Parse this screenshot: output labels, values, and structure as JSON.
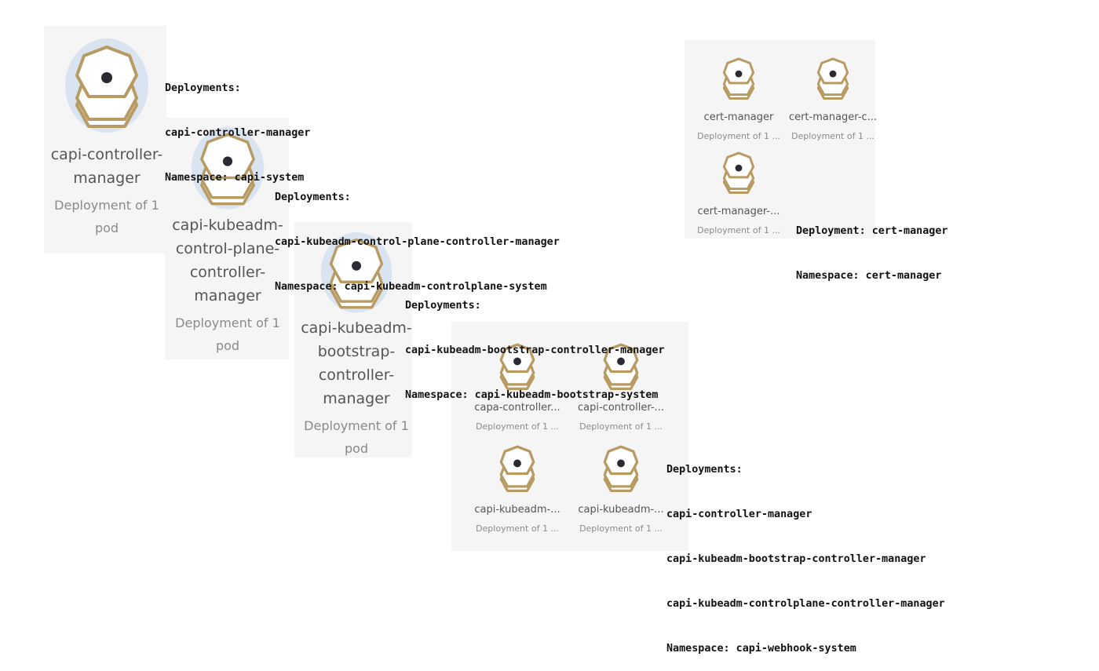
{
  "colors": {
    "card": "#f5f5f5",
    "ring": "#b89a63",
    "halo": "#d9e3ef",
    "dot": "#2a2a33"
  },
  "node_icon": "deployment-heptagon-stack-icon",
  "big_nodes": [
    {
      "id": "capi-controller-manager",
      "name_lines": [
        "capi-controller-",
        "manager"
      ],
      "sub_lines": [
        "Deployment of 1",
        "pod"
      ]
    },
    {
      "id": "capi-kubeadm-control-plane",
      "name_lines": [
        "capi-kubeadm-",
        "control-plane-",
        "controller-",
        "manager"
      ],
      "sub_lines": [
        "Deployment of 1",
        "pod"
      ]
    },
    {
      "id": "capi-kubeadm-bootstrap",
      "name_lines": [
        "capi-kubeadm-",
        "bootstrap-",
        "controller-",
        "manager"
      ],
      "sub_lines": [
        "Deployment of 1",
        "pod"
      ]
    }
  ],
  "cert_group": [
    {
      "name": "cert-manager",
      "sub": "Deployment of 1 ..."
    },
    {
      "name": "cert-manager-c...",
      "sub": "Deployment of 1 ..."
    },
    {
      "name": "cert-manager-...",
      "sub": "Deployment of 1 ..."
    }
  ],
  "webhook_group": [
    {
      "name": "capa-controller...",
      "sub": "Deployment of 1 ..."
    },
    {
      "name": "capi-controller-...",
      "sub": "Deployment of 1 ..."
    },
    {
      "name": "capi-kubeadm-...",
      "sub": "Deployment of 1 ..."
    },
    {
      "name": "capi-kubeadm-...",
      "sub": "Deployment of 1 ..."
    }
  ],
  "annotations": {
    "capi": [
      "Deployments:",
      "capi-controller-manager",
      "Namespace: capi-system"
    ],
    "controlplane": [
      "Deployments:",
      "capi-kubeadm-control-plane-controller-manager",
      "Namespace: capi-kubeadm-controlplane-system"
    ],
    "bootstrap": [
      "Deployments:",
      "capi-kubeadm-bootstrap-controller-manager",
      "Namespace: capi-kubeadm-bootstrap-system"
    ],
    "cert": [
      "Deployment: cert-manager",
      "Namespace: cert-manager"
    ],
    "webhook": [
      "Deployments:",
      "capi-controller-manager",
      "capi-kubeadm-bootstrap-controller-manager",
      "capi-kubeadm-controlplane-controller-manager",
      "Namespace: capi-webhook-system"
    ]
  }
}
